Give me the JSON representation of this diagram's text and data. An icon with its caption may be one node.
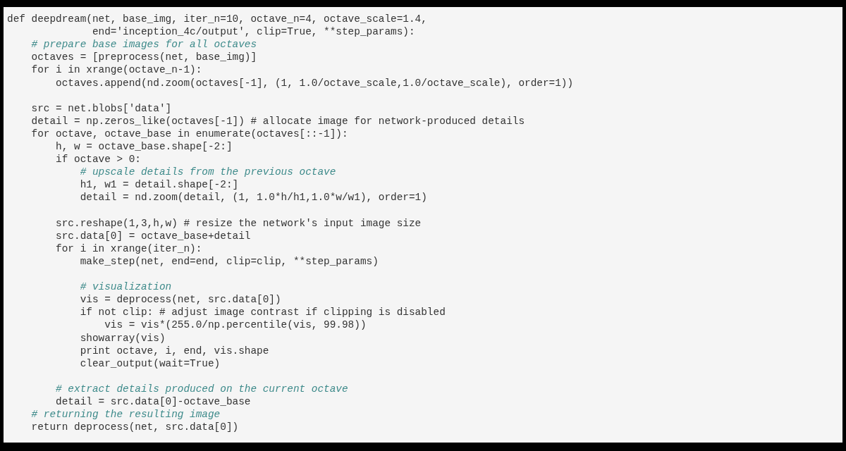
{
  "diagram": {
    "labels": [
      "def deepdream(net, base_img, iter_n=10, octave_n=4, octave_scale=1.4,",
      "              end='inception_4c/output', clip=True, **step_params):",
      "    # prepare base images for all octaves",
      "    octaves = [preprocess(net, base_img)]",
      "    for i in xrange(octave_n-1):",
      "        octaves.append(nd.zoom(octaves[-1], (1, 1.0/octave_scale,1.0/octave_scale), order=1))",
      "    src = net.blobs['data']",
      "    detail = np.zeros_like(octaves[-1]) # allocate image for network-produced details",
      "    for octave, octave_base in enumerate(octaves[::-1]):",
      "        h, w = octave_base.shape[-2:]",
      "        if octave > 0:",
      "            # upscale details from the previous octave",
      "            h1, w1 = detail.shape[-2:]",
      "            detail = nd.zoom(detail, (1, 1.0*h/h1,1.0*w/w1), order=1)",
      "        src.reshape(1,3,h,w) # resize the network's input image size",
      "        src.data[0] = octave_base+detail",
      "        for i in xrange(iter_n):",
      "            make_step(net, end=end, clip=clip, **step_params)",
      "            # visualization",
      "            vis = deprocess(net, src.data[0])",
      "            if not clip: # adjust image contrast if clipping is disabled",
      "                vis = vis*(255.0/np.percentile(vis, 99.98))",
      "            showarray(vis)",
      "            print octave, i, end, vis.shape",
      "            clear_output(wait=True)",
      "        # extract details produced on the current octave",
      "        detail = src.data[0]-octave_base",
      "    # returning the resulting image",
      "    return deprocess(net, src.data[0])"
    ]
  }
}
